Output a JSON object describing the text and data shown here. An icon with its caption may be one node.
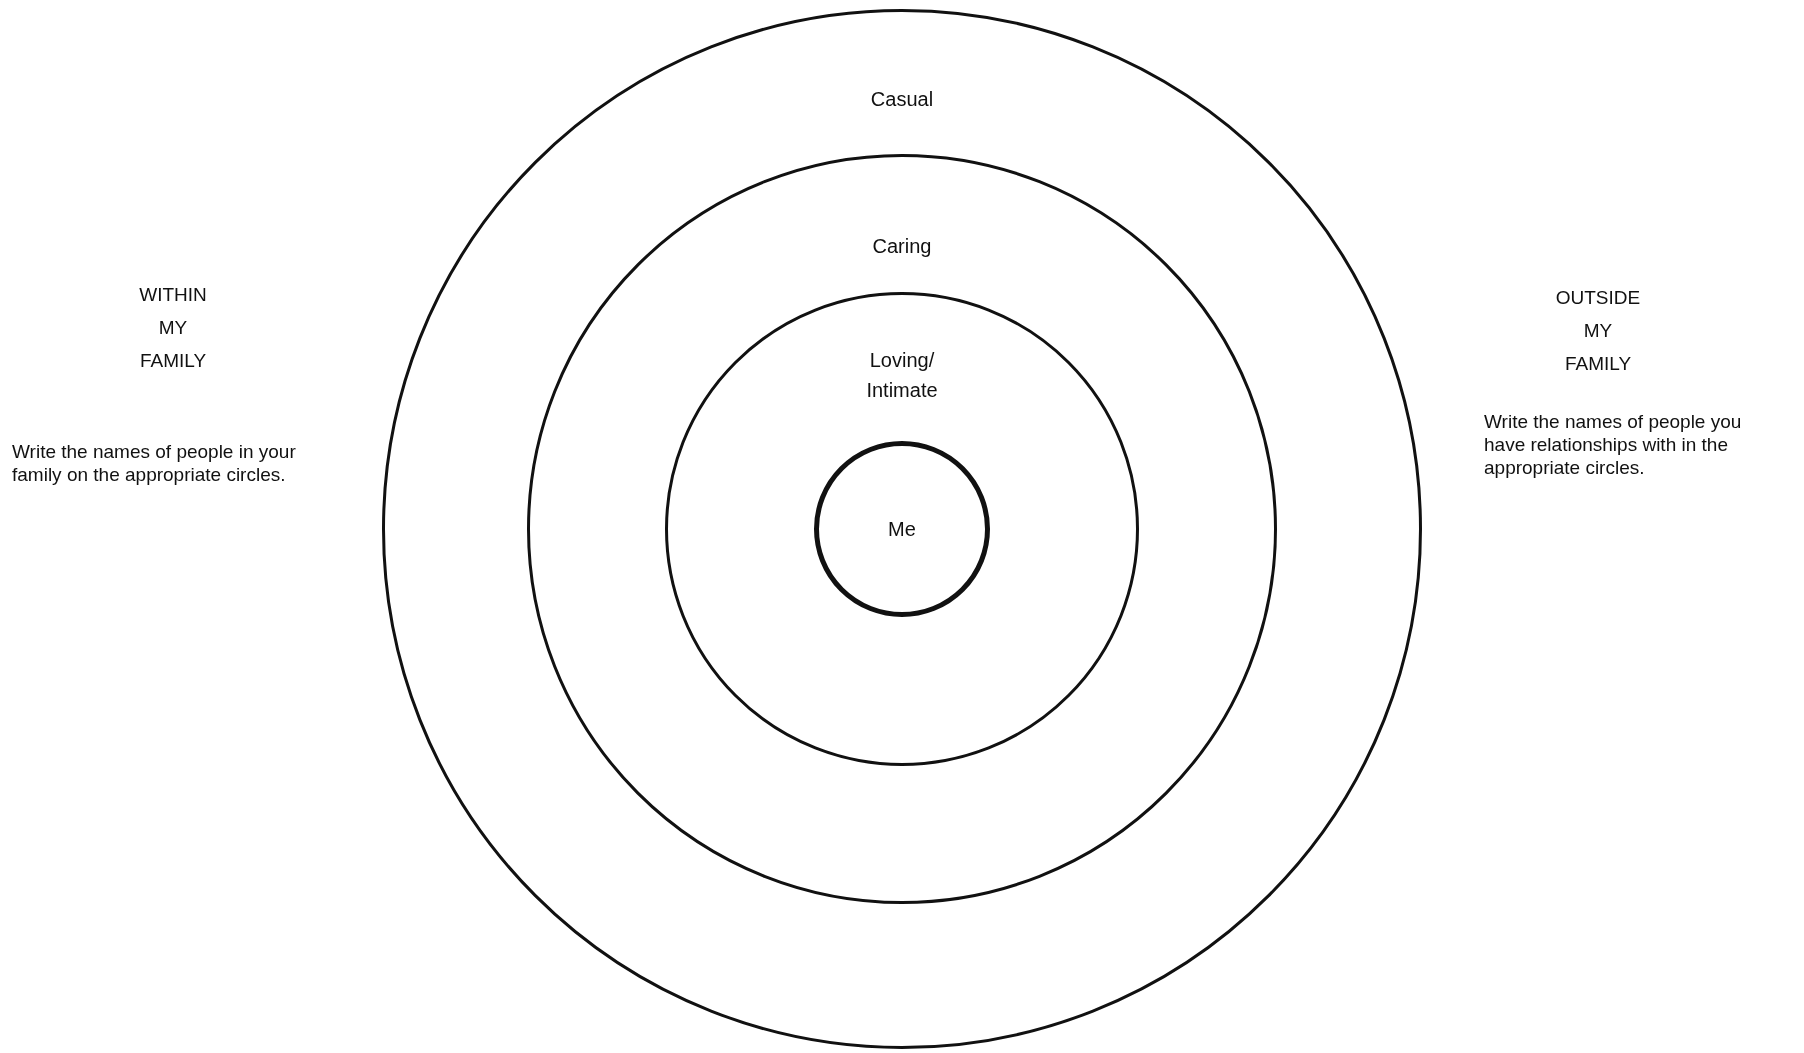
{
  "diagram": {
    "nodes": [
      {
        "text": [
          "Casual"
        ]
      },
      {
        "text": [
          "Caring"
        ],
        "in": 0
      },
      {
        "text": [
          "Loving/ Intimate"
        ],
        "in": 1
      },
      {
        "text": [
          "Me"
        ],
        "in": 2
      }
    ],
    "labels": [
      "WITHIN MY FAMILY",
      "Write the names of people in your family on the appropriate circles.",
      "OUTSIDE MY FAMILY",
      "Write the names of people you have relationships with in the appropriate circles."
    ]
  }
}
